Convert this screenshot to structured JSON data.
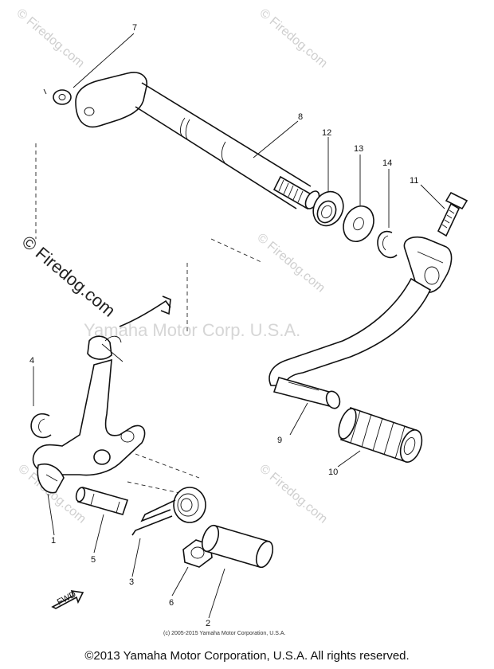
{
  "watermarks": {
    "firedog": "© Firedog.com",
    "center": "Yamaha Motor Corp. U.S.A."
  },
  "callouts": [
    {
      "id": "c7",
      "label": "7"
    },
    {
      "id": "c8",
      "label": "8"
    },
    {
      "id": "c12",
      "label": "12"
    },
    {
      "id": "c13",
      "label": "13"
    },
    {
      "id": "c14",
      "label": "14"
    },
    {
      "id": "c11",
      "label": "11"
    },
    {
      "id": "c4",
      "label": "4"
    },
    {
      "id": "c9",
      "label": "9"
    },
    {
      "id": "c10",
      "label": "10"
    },
    {
      "id": "c1",
      "label": "1"
    },
    {
      "id": "c5",
      "label": "5"
    },
    {
      "id": "c3",
      "label": "3"
    },
    {
      "id": "c6",
      "label": "6"
    },
    {
      "id": "c2",
      "label": "2"
    }
  ],
  "fwd_label": "FWD",
  "copyright_small": "(c) 2005-2015 Yamaha Motor Corporation, U.S.A.",
  "copyright_main": "©2013 Yamaha Motor Corporation, U.S.A. All rights reserved."
}
